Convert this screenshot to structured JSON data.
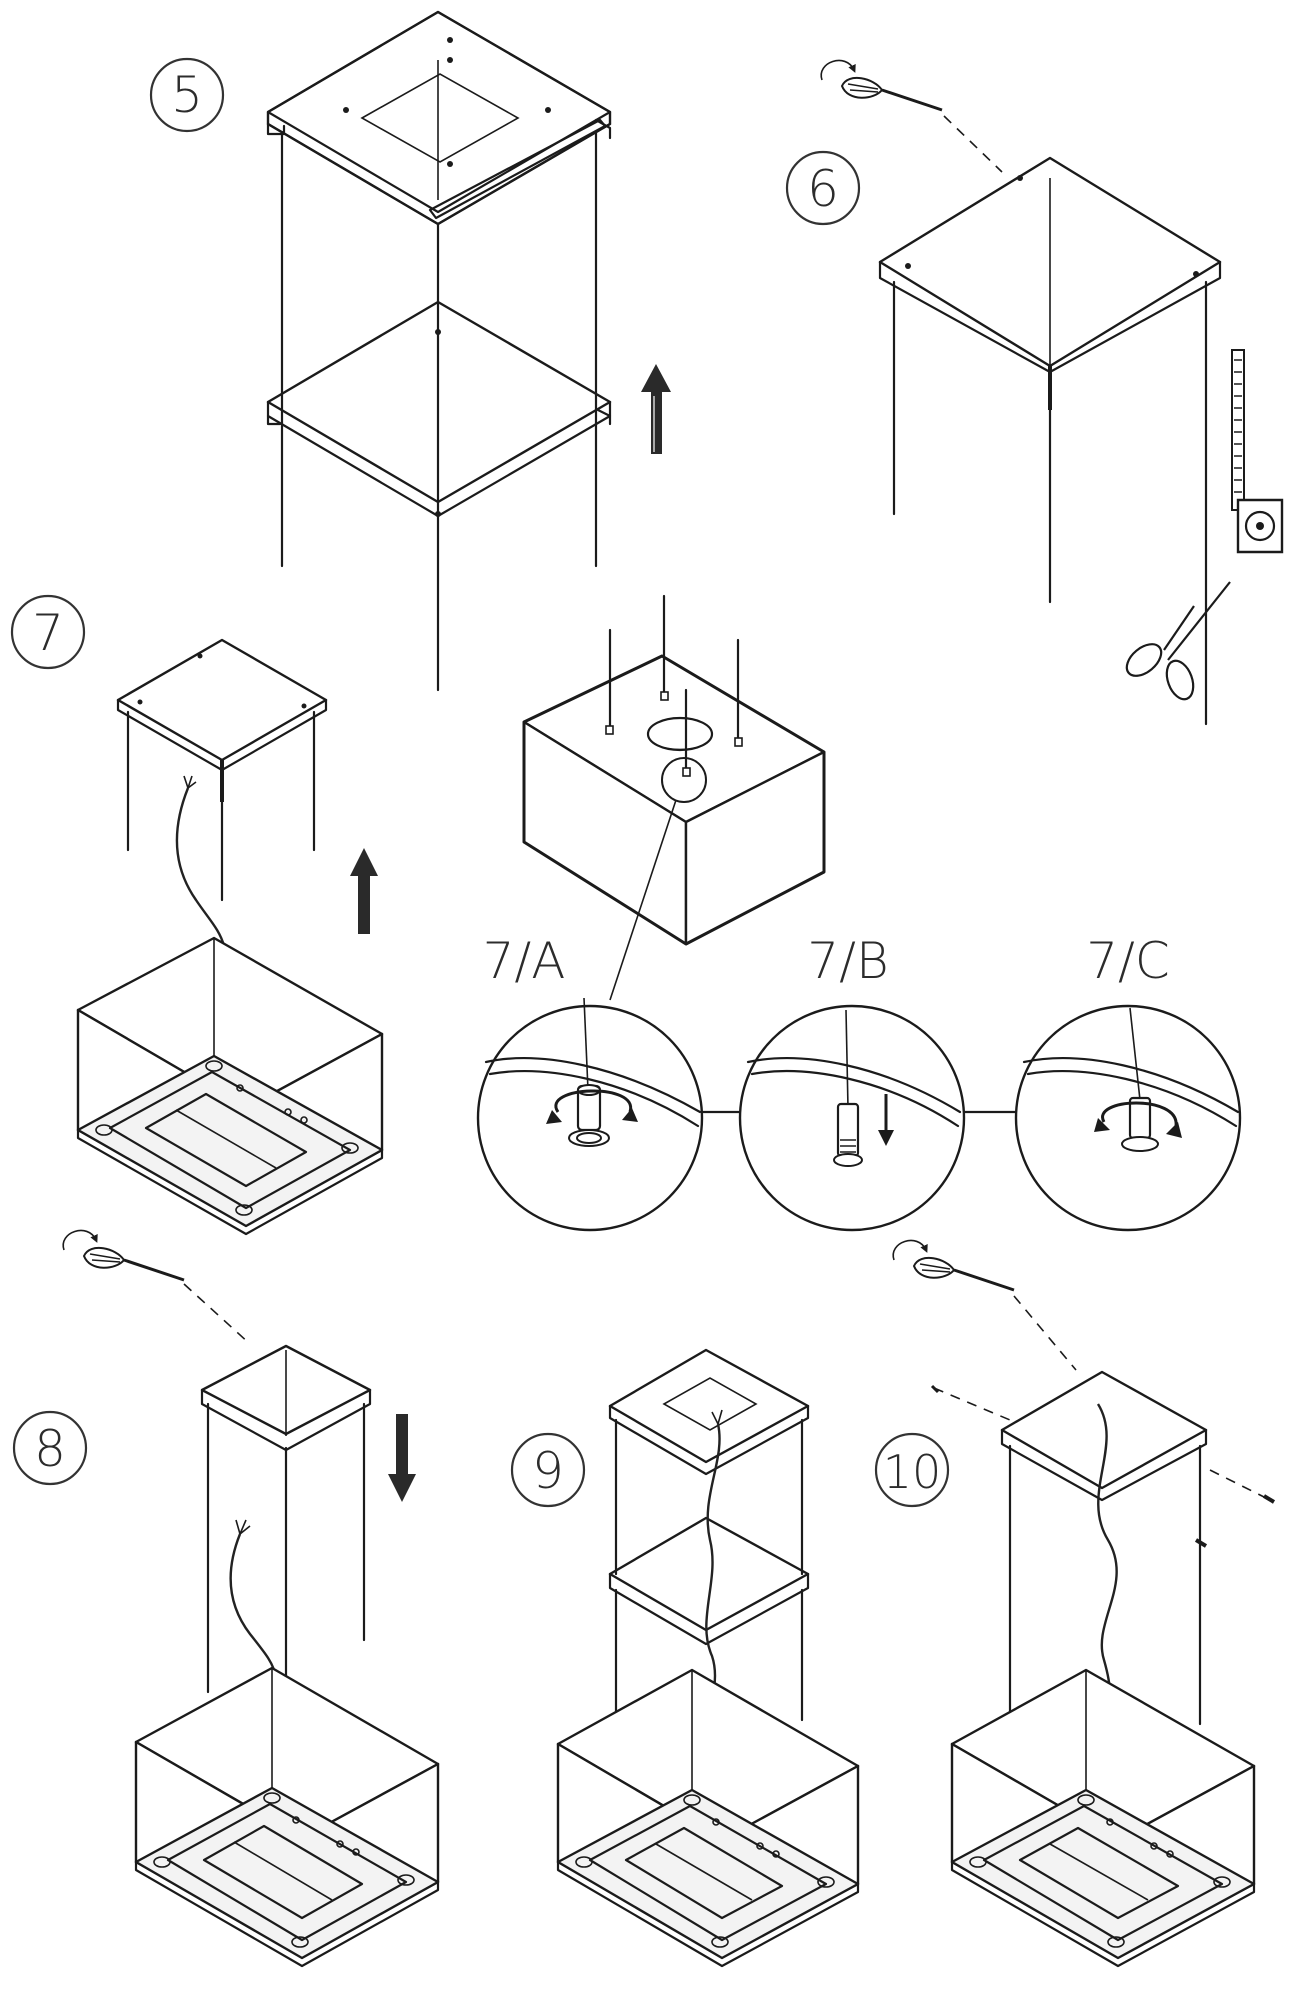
{
  "steps": {
    "s5": "5",
    "s6": "6",
    "s7": "7",
    "s7a": "7/A",
    "s7b": "7/B",
    "s7c": "7/C",
    "s8": "8",
    "s9": "9",
    "s10": "10"
  },
  "icons": [
    "screwdriver-icon",
    "rotation-arrow-icon",
    "arrow-up-icon",
    "arrow-down-icon",
    "tape-measure-icon",
    "scissors-icon",
    "screw-icon"
  ]
}
